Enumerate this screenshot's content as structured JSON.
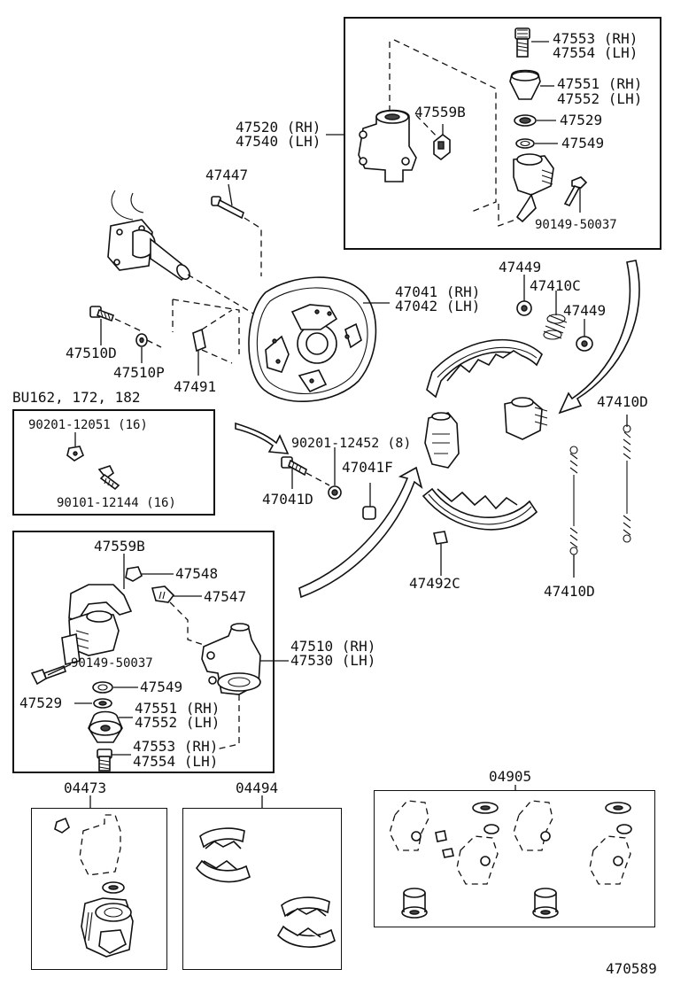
{
  "diagram_id": "470589",
  "top_right_box": {
    "assembly_rh": "47520 (RH)",
    "assembly_lh": "47540 (LH)",
    "p1_rh": "47553 (RH)",
    "p1_lh": "47554 (LH)",
    "p2_rh": "47551 (RH)",
    "p2_lh": "47552 (LH)",
    "bracket": "47559B",
    "seal": "47529",
    "ring": "47549",
    "bolt": "90149-50037"
  },
  "hub_area": {
    "bolt_47447": "47447",
    "plate_rh": "47041 (RH)",
    "plate_lh": "47042 (LH)",
    "bolt_47510d": "47510D",
    "washer_47510p": "47510P",
    "clip_47491": "47491",
    "bolt_47041d": "47041D",
    "nut_90201": "90201-12452 (8)",
    "plug_47041f": "47041F"
  },
  "bu_box": {
    "title": "BU162, 172, 182",
    "nut": "90201-12051 (16)",
    "bolt": "90101-12144 (16)"
  },
  "shoe_area": {
    "cup_47449_a": "47449",
    "spring_47410c": "47410C",
    "cup_47449_b": "47449",
    "spring_47410d_top": "47410D",
    "spring_47410d_bottom": "47410D",
    "pin_47492c": "47492C"
  },
  "left_box": {
    "bracket": "47559B",
    "bleeder": "47548",
    "cap": "47547",
    "assembly_rh": "47510 (RH)",
    "assembly_lh": "47530 (LH)",
    "bolt": "90149-50037",
    "ring": "47549",
    "seal": "47529",
    "p2_rh": "47551 (RH)",
    "p2_lh": "47552 (LH)",
    "p1_rh": "47553 (RH)",
    "p1_lh": "47554 (LH)"
  },
  "kits": {
    "kit1": "04473",
    "kit2": "04494",
    "kit3": "04905"
  }
}
